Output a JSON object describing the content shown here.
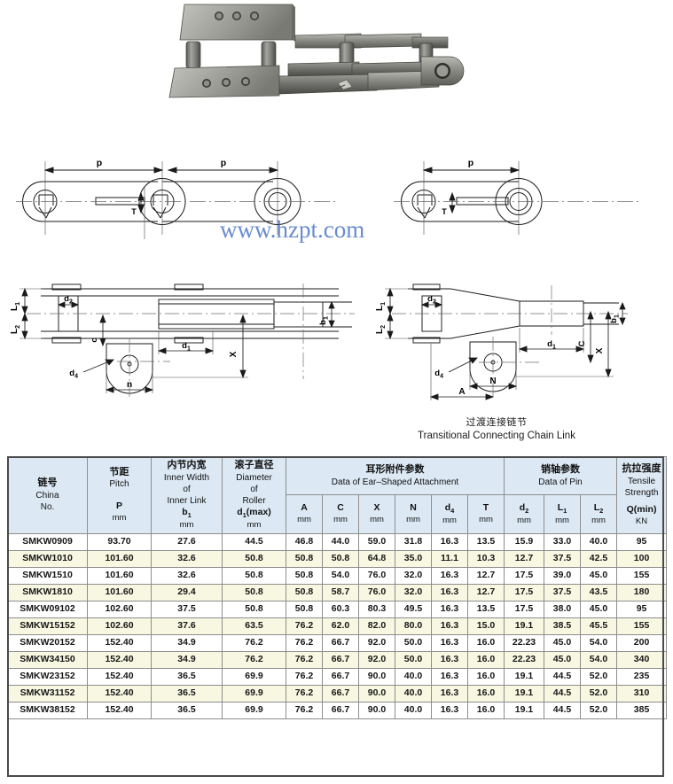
{
  "watermark": {
    "text": "www.hzpt.com",
    "color": "#2f5fbf"
  },
  "photo": {
    "alt_name": "conveyor-chain-photo"
  },
  "drawings": {
    "top_left": {
      "name": "side-view-chain-two-pitch",
      "labels": {
        "p1": "p",
        "p2": "p",
        "T": "T"
      }
    },
    "top_right": {
      "name": "side-view-transitional-link",
      "labels": {
        "p": "p",
        "T": "T"
      }
    },
    "bottom_left": {
      "name": "plan-view-chain-with-ear-attachment",
      "labels": {
        "L1": "L",
        "L1s": "1",
        "L2": "L",
        "L2s": "2",
        "d2": "d",
        "d2s": "2",
        "d1": "d",
        "d1s": "1",
        "d4": "d",
        "d4s": "4",
        "b1": "b",
        "b1s": "1",
        "c": "c",
        "n": "n",
        "X": "X"
      }
    },
    "bottom_right": {
      "name": "plan-view-transitional-connecting-link",
      "labels": {
        "L1": "L",
        "L1s": "1",
        "L2": "L",
        "L2s": "2",
        "d2": "d",
        "d2s": "2",
        "d1": "d",
        "d1s": "1",
        "d4": "d",
        "d4s": "4",
        "b1": "b",
        "b1s": "1",
        "C": "C",
        "N": "N",
        "A": "A",
        "X": "X"
      },
      "caption_cn": "过渡连接链节",
      "caption_en": "Transitional Connecting Chain Link"
    }
  },
  "table": {
    "header": {
      "chain_no": {
        "cn": "链号",
        "en1": "China",
        "en2": "No."
      },
      "pitch": {
        "cn": "节距",
        "en": "Pitch",
        "sym": "P",
        "unit": "mm"
      },
      "inner_width": {
        "cn": "内节内宽",
        "en1": "Inner Width",
        "en2": "of",
        "en3": "Inner Link",
        "sym": "b",
        "sub": "1",
        "unit": "mm"
      },
      "roller_dia": {
        "cn": "滚子直径",
        "en1": "Diameter",
        "en2": "of",
        "en3": "Roller",
        "sym": "d",
        "sub": "1",
        "sym_suffix": "(max)",
        "unit": "mm"
      },
      "ear_group": {
        "cn": "耳形附件参数",
        "en": "Data of Ear–Shaped Attachment"
      },
      "pin_group": {
        "cn": "销轴参数",
        "en": "Data of Pin"
      },
      "tensile": {
        "cn": "抗拉强度",
        "en1": "Tensile",
        "en2": "Strength",
        "sym": "Q(min)",
        "unit": "KN"
      },
      "sub_cols": [
        {
          "sym": "A",
          "sub": "",
          "unit": "mm"
        },
        {
          "sym": "C",
          "sub": "",
          "unit": "mm"
        },
        {
          "sym": "X",
          "sub": "",
          "unit": "mm"
        },
        {
          "sym": "N",
          "sub": "",
          "unit": "mm"
        },
        {
          "sym": "d",
          "sub": "4",
          "unit": "mm"
        },
        {
          "sym": "T",
          "sub": "",
          "unit": "mm"
        },
        {
          "sym": "d",
          "sub": "2",
          "unit": "mm"
        },
        {
          "sym": "L",
          "sub": "1",
          "unit": "mm"
        },
        {
          "sym": "L",
          "sub": "2",
          "unit": "mm"
        }
      ]
    },
    "rows": [
      {
        "chain_no": "SMKW0909",
        "P": "93.70",
        "b1": "27.6",
        "d1max": "44.5",
        "A": "46.8",
        "C": "44.0",
        "X": "59.0",
        "N": "31.8",
        "d4": "16.3",
        "T": "13.5",
        "d2": "15.9",
        "L1": "33.0",
        "L2": "40.0",
        "Q": "95"
      },
      {
        "chain_no": "SMKW1010",
        "P": "101.60",
        "b1": "32.6",
        "d1max": "50.8",
        "A": "50.8",
        "C": "50.8",
        "X": "64.8",
        "N": "35.0",
        "d4": "11.1",
        "T": "10.3",
        "d2": "12.7",
        "L1": "37.5",
        "L2": "42.5",
        "Q": "100"
      },
      {
        "chain_no": "SMKW1510",
        "P": "101.60",
        "b1": "32.6",
        "d1max": "50.8",
        "A": "50.8",
        "C": "54.0",
        "X": "76.0",
        "N": "32.0",
        "d4": "16.3",
        "T": "12.7",
        "d2": "17.5",
        "L1": "39.0",
        "L2": "45.0",
        "Q": "155"
      },
      {
        "chain_no": "SMKW1810",
        "P": "101.60",
        "b1": "29.4",
        "d1max": "50.8",
        "A": "50.8",
        "C": "58.7",
        "X": "76.0",
        "N": "32.0",
        "d4": "16.3",
        "T": "12.7",
        "d2": "17.5",
        "L1": "37.5",
        "L2": "43.5",
        "Q": "180"
      },
      {
        "chain_no": "SMKW09102",
        "P": "102.60",
        "b1": "37.5",
        "d1max": "50.8",
        "A": "50.8",
        "C": "60.3",
        "X": "80.3",
        "N": "49.5",
        "d4": "16.3",
        "T": "13.5",
        "d2": "17.5",
        "L1": "38.0",
        "L2": "45.0",
        "Q": "95"
      },
      {
        "chain_no": "SMKW15152",
        "P": "102.60",
        "b1": "37.6",
        "d1max": "63.5",
        "A": "76.2",
        "C": "62.0",
        "X": "82.0",
        "N": "80.0",
        "d4": "16.3",
        "T": "15.0",
        "d2": "19.1",
        "L1": "38.5",
        "L2": "45.5",
        "Q": "155"
      },
      {
        "chain_no": "SMKW20152",
        "P": "152.40",
        "b1": "34.9",
        "d1max": "76.2",
        "A": "76.2",
        "C": "66.7",
        "X": "92.0",
        "N": "50.0",
        "d4": "16.3",
        "T": "16.0",
        "d2": "22.23",
        "L1": "45.0",
        "L2": "54.0",
        "Q": "200"
      },
      {
        "chain_no": "SMKW34150",
        "P": "152.40",
        "b1": "34.9",
        "d1max": "76.2",
        "A": "76.2",
        "C": "66.7",
        "X": "92.0",
        "N": "50.0",
        "d4": "16.3",
        "T": "16.0",
        "d2": "22.23",
        "L1": "45.0",
        "L2": "54.0",
        "Q": "340"
      },
      {
        "chain_no": "SMKW23152",
        "P": "152.40",
        "b1": "36.5",
        "d1max": "69.9",
        "A": "76.2",
        "C": "66.7",
        "X": "90.0",
        "N": "40.0",
        "d4": "16.3",
        "T": "16.0",
        "d2": "19.1",
        "L1": "44.5",
        "L2": "52.0",
        "Q": "235"
      },
      {
        "chain_no": "SMKW31152",
        "P": "152.40",
        "b1": "36.5",
        "d1max": "69.9",
        "A": "76.2",
        "C": "66.7",
        "X": "90.0",
        "N": "40.0",
        "d4": "16.3",
        "T": "16.0",
        "d2": "19.1",
        "L1": "44.5",
        "L2": "52.0",
        "Q": "310"
      },
      {
        "chain_no": "SMKW38152",
        "P": "152.40",
        "b1": "36.5",
        "d1max": "69.9",
        "A": "76.2",
        "C": "66.7",
        "X": "90.0",
        "N": "40.0",
        "d4": "16.3",
        "T": "16.0",
        "d2": "19.1",
        "L1": "44.5",
        "L2": "52.0",
        "Q": "385"
      }
    ]
  },
  "colors": {
    "header_bg": "#dce9f4",
    "row_alt_bg": "#f7f7e2",
    "row_bg": "#ffffff",
    "grid": "#8d8d8d",
    "watermark": "#2f5fbf"
  }
}
